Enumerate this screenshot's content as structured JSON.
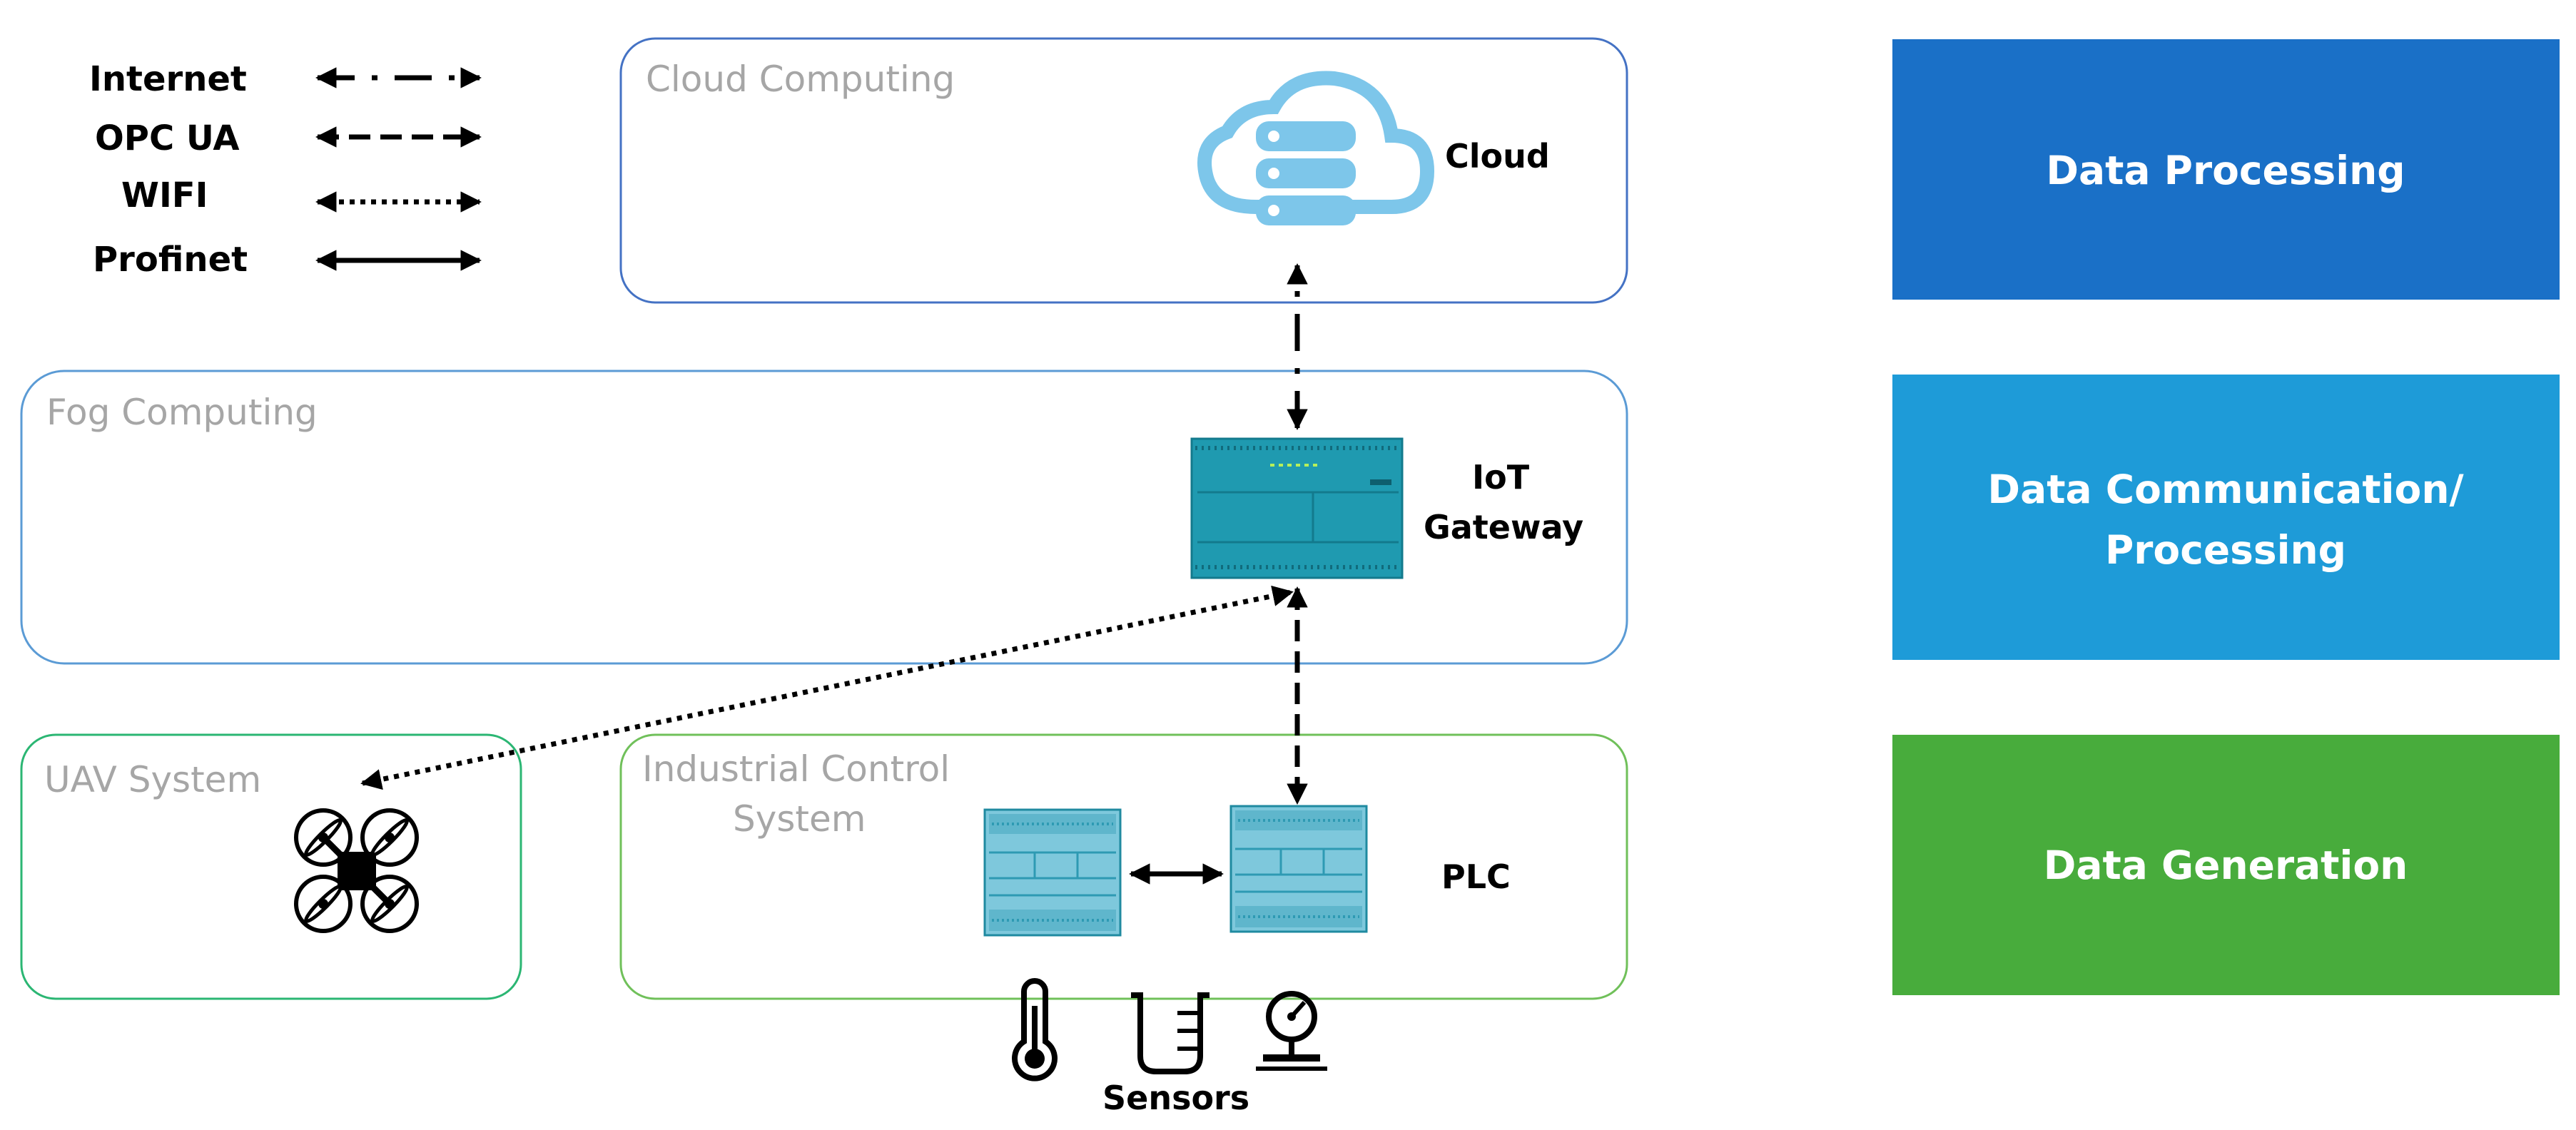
{
  "legend": {
    "internet": "Internet",
    "opcua": "OPC UA",
    "wifi": "WIFI",
    "profinet": "Profinet"
  },
  "zones": {
    "cloud": "Cloud Computing",
    "fog": "Fog Computing",
    "uav": "UAV System",
    "ics_line1": "Industrial Control",
    "ics_line2": "System"
  },
  "nodes": {
    "cloud": "Cloud",
    "gateway_line1": "IoT",
    "gateway_line2": "Gateway",
    "plc": "PLC",
    "sensors": "Sensors"
  },
  "layers": {
    "processing": "Data Processing",
    "communication_line1": "Data Communication/",
    "communication_line2": "Processing",
    "generation": "Data Generation"
  },
  "colors": {
    "cloud_zone_border": "#4472c4",
    "fog_zone_border": "#5b9bd5",
    "ics_zone_border": "#70c05a",
    "uav_zone_border": "#2bb673",
    "layer_processing": "#1a70c7",
    "layer_communication": "#1e9bd8",
    "layer_generation": "#48ac3c",
    "device_teal": "#1f9ab0",
    "cloud_icon": "#7dc6ea"
  },
  "icons": [
    "cloud-server-icon",
    "iot-gateway-icon",
    "plc-icon",
    "drone-icon",
    "thermometer-icon",
    "beaker-icon",
    "pressure-gauge-icon"
  ]
}
